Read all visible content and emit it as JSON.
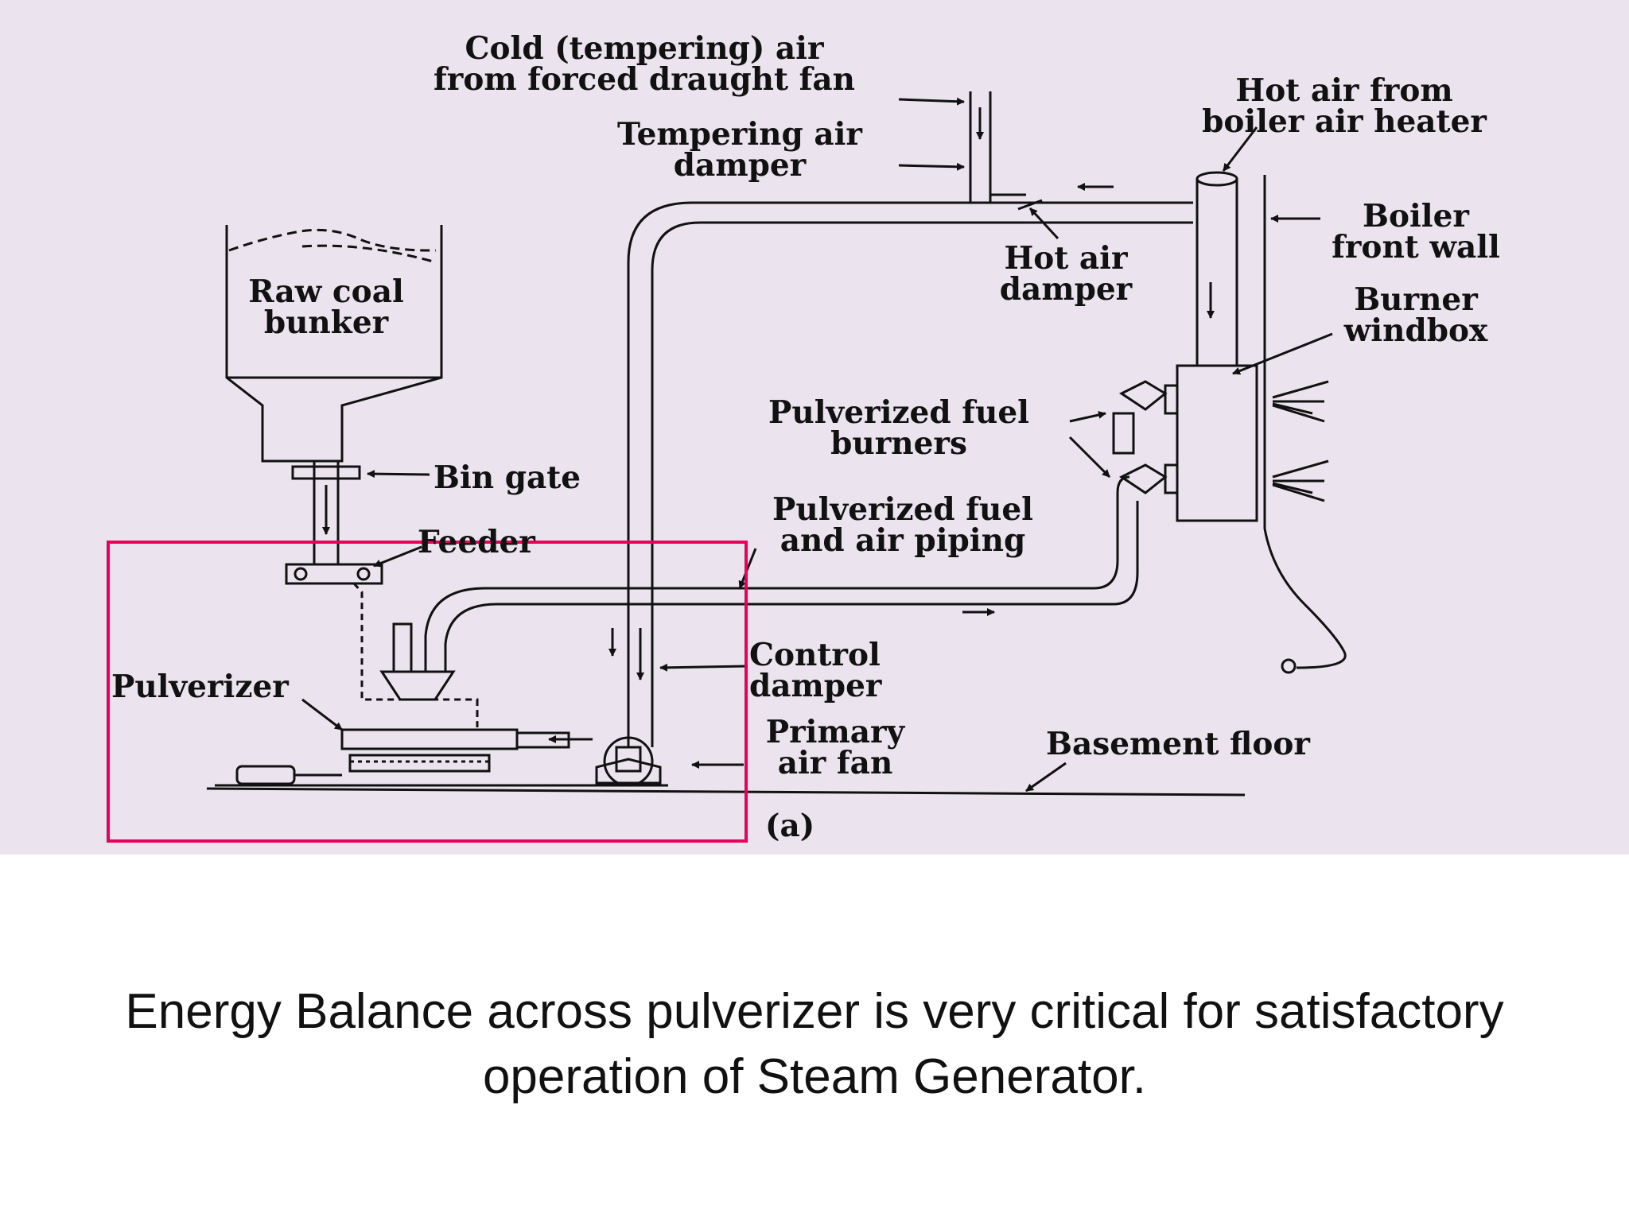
{
  "diagram": {
    "labels": {
      "cold_air": [
        "Cold (tempering) air",
        "from forced draught fan"
      ],
      "hot_air_from": [
        "Hot air from",
        "boiler air heater"
      ],
      "tempering_damper": [
        "Tempering air",
        "damper"
      ],
      "boiler_front_wall": [
        "Boiler",
        "front wall"
      ],
      "hot_air_damper": [
        "Hot air",
        "damper"
      ],
      "raw_coal_bunker": [
        "Raw coal",
        "bunker"
      ],
      "burner_windbox": [
        "Burner",
        "windbox"
      ],
      "pf_burners": [
        "Pulverized fuel",
        "burners"
      ],
      "bin_gate": "Bin gate",
      "pf_piping": [
        "Pulverized fuel",
        "and air piping"
      ],
      "feeder": "Feeder",
      "control_damper": [
        "Control",
        "damper"
      ],
      "pulverizer": "Pulverizer",
      "primary_air_fan": [
        "Primary",
        "air fan"
      ],
      "basement_floor": "Basement floor",
      "figure_tag": "(a)"
    },
    "colors": {
      "background": "#ebe3ee",
      "ink": "#111111",
      "highlight": "#e8005a"
    }
  },
  "caption": {
    "line1": "Energy Balance across pulverizer is very critical for satisfactory",
    "line2": "operation of Steam Generator."
  }
}
